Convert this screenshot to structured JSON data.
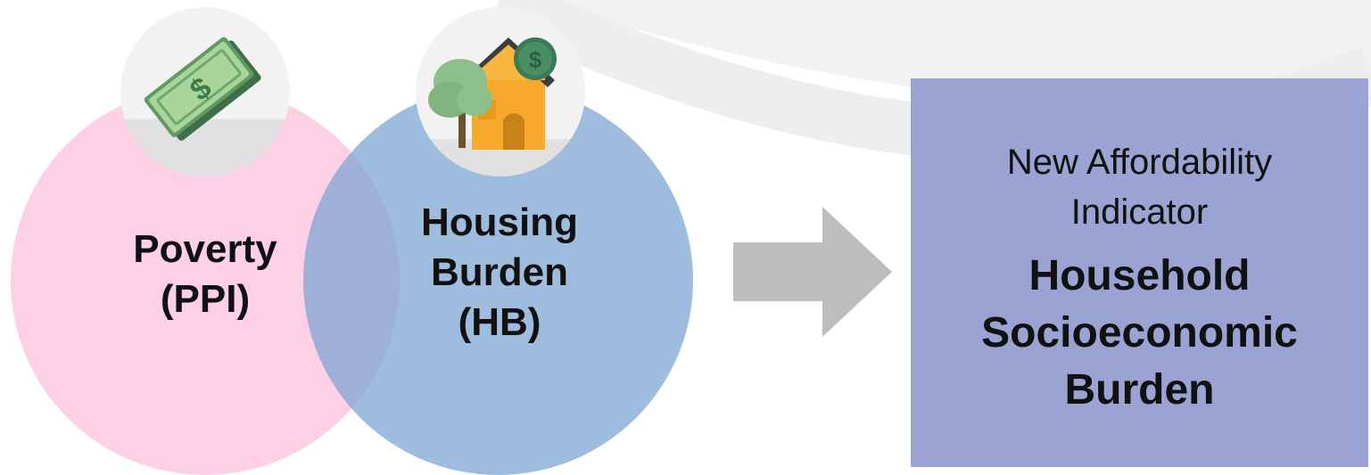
{
  "left_group": {
    "poverty": {
      "lines": [
        "Poverty",
        "(PPI)"
      ],
      "icon": "money-icon",
      "color": "#fdd0e6"
    },
    "housing": {
      "lines": [
        "Housing",
        "Burden",
        "(HB)"
      ],
      "icon": "house-icon",
      "color": "#7ea6d2"
    }
  },
  "arrow": {
    "icon": "right-arrow-icon",
    "color": "#bdbdbd"
  },
  "result": {
    "subtitle_lines": [
      "New Affordability",
      "Indicator"
    ],
    "title_lines": [
      "Household",
      "Socioeconomic",
      "Burden"
    ],
    "color": "#9aa3d1"
  }
}
